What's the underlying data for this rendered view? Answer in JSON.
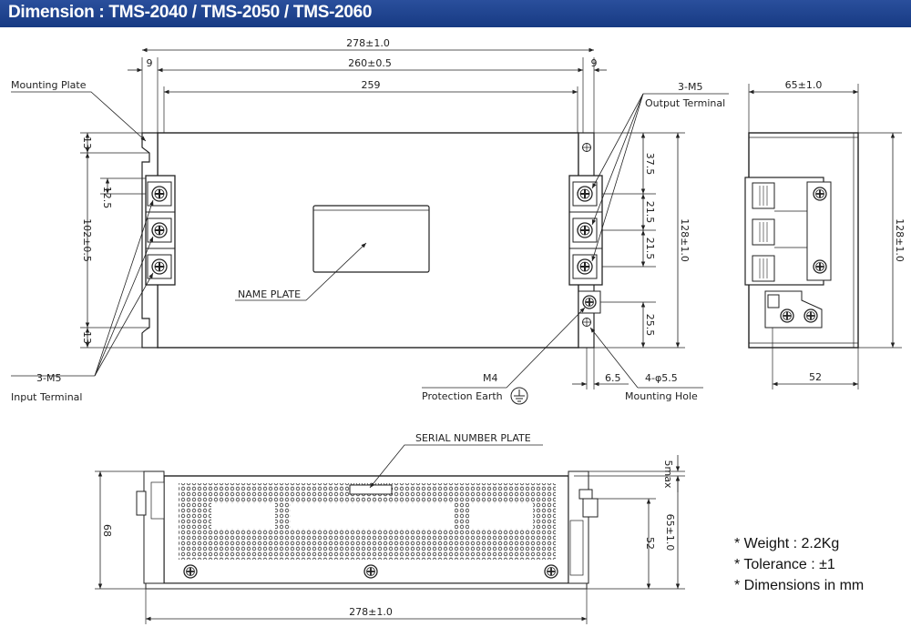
{
  "header": {
    "title": "Dimension : TMS-2040 / TMS-2050 / TMS-2060",
    "background_color": "#1f4592"
  },
  "top_view": {
    "dims": {
      "overall_width": "278±1.0",
      "hole_pitch": "260±0.5",
      "body_width": "259",
      "left_flange": "9",
      "right_flange": "9",
      "top_slot": "13",
      "bottom_slot": "13",
      "terminal_offset": "12.5",
      "input_span": "102±0.5",
      "out_top": "37.5",
      "out_pitch_1": "21.5",
      "out_pitch_2": "21.5",
      "overall_height": "128±1.0",
      "earth_offset": "25.5",
      "hole_offset": "6.5"
    },
    "labels": {
      "mounting_plate": "Mounting Plate",
      "output_spec": "3-M5",
      "output_terminal": "Output Terminal",
      "name_plate": "NAME PLATE",
      "input_spec": "3-M5",
      "input_terminal": "Input Terminal",
      "earth_spec": "M4",
      "protection_earth": "Protection Earth",
      "hole_spec": "4-φ5.5",
      "mounting_hole": "Mounting Hole"
    }
  },
  "side_view": {
    "dims": {
      "depth": "65±1.0",
      "height": "128±1.0",
      "base_depth": "52"
    }
  },
  "front_view": {
    "labels": {
      "serial_plate": "SERIAL NUMBER PLATE"
    },
    "dims": {
      "width": "278±1.0",
      "left_height": "68",
      "clearance": "5max",
      "height": "65±1.0",
      "body_height": "52"
    }
  },
  "notes": {
    "weight": "* Weight : 2.2Kg",
    "tolerance": "* Tolerance : ±1",
    "units": "* Dimensions in mm"
  }
}
